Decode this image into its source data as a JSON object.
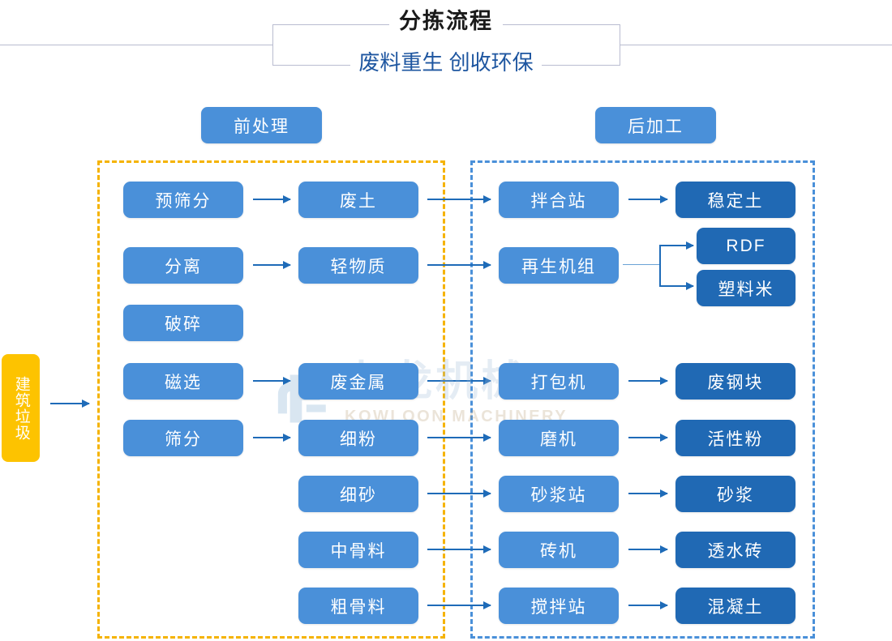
{
  "header": {
    "title": "分拣流程",
    "subtitle": "废料重生 创收环保",
    "title_color": "#1a1a1a",
    "subtitle_color": "#1e56a0",
    "rule_color": "#b9bcd0"
  },
  "watermark": {
    "text": "九龙机械",
    "sub": "KOWLOON MACHINERY",
    "logo_name": "kowloon-logo"
  },
  "zones": {
    "pre": {
      "label": "前处理",
      "border_color": "#f5b301"
    },
    "post": {
      "label": "后加工",
      "border_color": "#4a90d9"
    }
  },
  "input": {
    "label": "建筑垃圾",
    "color": "#fdc300"
  },
  "palette": {
    "node_light": "#4a90d9",
    "node_dark": "#2069b4",
    "arrow": "#1e6bb8"
  },
  "nodes": {
    "pre_process": [
      {
        "label": "预筛分"
      },
      {
        "label": "分离"
      },
      {
        "label": "破碎"
      },
      {
        "label": "磁选"
      },
      {
        "label": "筛分"
      }
    ],
    "materials": [
      {
        "label": "废土"
      },
      {
        "label": "轻物质"
      },
      {
        "label": "废金属"
      },
      {
        "label": "细粉"
      },
      {
        "label": "细砂"
      },
      {
        "label": "中骨料"
      },
      {
        "label": "粗骨料"
      }
    ],
    "equipment": [
      {
        "label": "拌合站"
      },
      {
        "label": "再生机组"
      },
      {
        "label": "打包机"
      },
      {
        "label": "磨机"
      },
      {
        "label": "砂浆站"
      },
      {
        "label": "砖机"
      },
      {
        "label": "搅拌站"
      }
    ],
    "products": [
      {
        "label": "稳定土"
      },
      {
        "label": "RDF"
      },
      {
        "label": "塑料米"
      },
      {
        "label": "废钢块"
      },
      {
        "label": "活性粉"
      },
      {
        "label": "砂浆"
      },
      {
        "label": "透水砖"
      },
      {
        "label": "混凝土"
      }
    ]
  }
}
